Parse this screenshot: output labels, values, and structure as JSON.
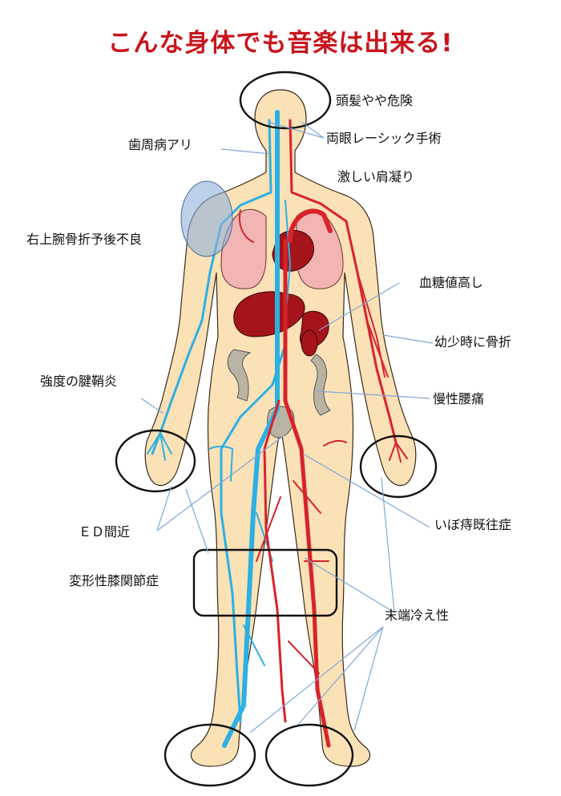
{
  "title": "こんな身体でも音楽は出来る!",
  "colors": {
    "title": "#c8161d",
    "skin": "#fbe1b6",
    "artery": "#d8232a",
    "vein": "#2db0e3",
    "lung": "#f2b5b3",
    "organ": "#a5141a",
    "intestine": "#b9b3a3",
    "leader": "#7fa8d6",
    "highlight": "#8fb0dc"
  },
  "labels": {
    "head": "頭髪やや危険",
    "eyes": "両眼レーシック手術",
    "teeth": "歯周病アリ",
    "shoulder": "激しい肩凝り",
    "arm": "右上腕骨折予後不良",
    "sugar": "血糖値高し",
    "child_fracture": "幼少時に骨折",
    "tendon": "強度の腱鞘炎",
    "back": "慢性腰痛",
    "hemorrhoid": "いぼ痔既往症",
    "ed": "ＥＤ間近",
    "knee": "変形性膝関節症",
    "cold": "末端冷え性"
  }
}
